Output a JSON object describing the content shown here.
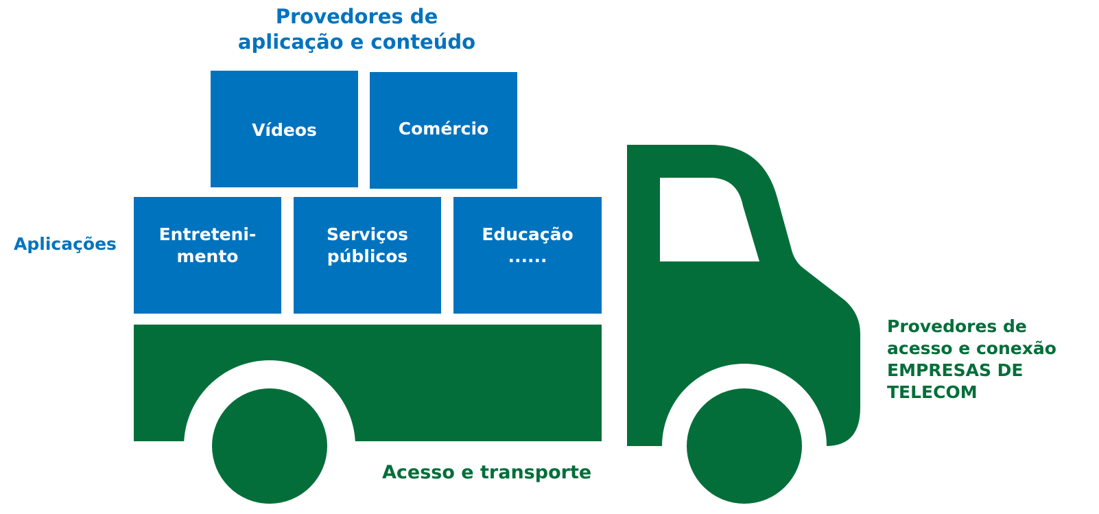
{
  "top_label": {
    "line1": "Provedores de",
    "line2": "aplicação e conteúdo"
  },
  "left_label": "Aplicações",
  "boxes": {
    "videos": {
      "line1": "Vídeos"
    },
    "comercio": {
      "line1": "Comércio"
    },
    "entretenimento": {
      "line1": "Entreteni-",
      "line2": "mento"
    },
    "servicos": {
      "line1": "Serviços",
      "line2": "públicos"
    },
    "educacao": {
      "line1": "Educação",
      "line2": "......"
    }
  },
  "right_label": {
    "line1": "Provedores de",
    "line2": "acesso e conexão",
    "line3": "EMPRESAS DE",
    "line4": "TELECOM"
  },
  "bottom_label": "Acesso e transporte",
  "colors": {
    "blue": "#0073bf",
    "green": "#036e39"
  },
  "icons": {
    "truck": "truck-icon"
  }
}
